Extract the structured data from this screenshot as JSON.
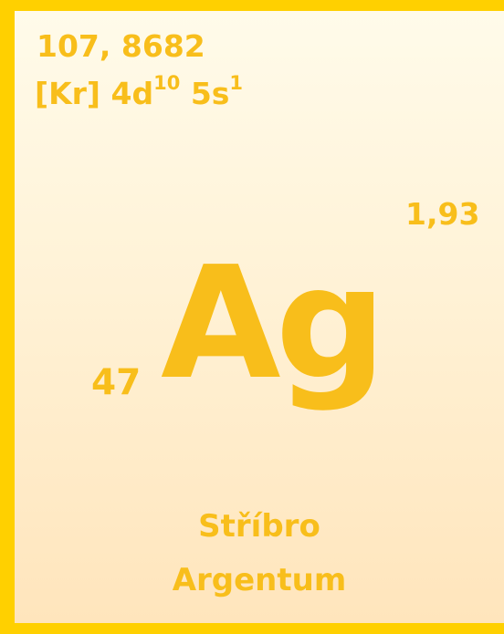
{
  "element": {
    "atomic_mass": "107, 8682",
    "configuration": {
      "prefix": "[Kr] 4d",
      "d_exp": "10",
      "mid": " 5s",
      "s_exp": "1"
    },
    "electronegativity": "1,93",
    "atomic_number": "47",
    "symbol": "Ag",
    "name_czech": "Stříbro",
    "name_latin": "Argentum"
  },
  "colors": {
    "border": "#ffd000",
    "text": "#f8be1b",
    "background_top": "#fffbea",
    "background_bottom": "#ffe5bc"
  }
}
